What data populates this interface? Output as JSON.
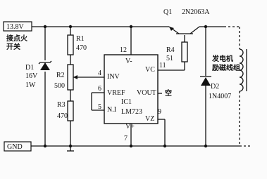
{
  "supply": {
    "voltage": "13.8V",
    "ground": "GND",
    "switch_label": "接点火\n开关"
  },
  "transistor": {
    "ref": "Q1",
    "part": "2N2063A"
  },
  "zener": {
    "ref": "D1",
    "voltage": "16V",
    "power": "1W"
  },
  "diode": {
    "ref": "D2",
    "part": "1N4007"
  },
  "resistors": {
    "r1": {
      "ref": "R1",
      "value": "470"
    },
    "r2": {
      "ref": "R2",
      "value": "500"
    },
    "r3": {
      "ref": "R3",
      "value": "470"
    },
    "r4": {
      "ref": "R4",
      "value": "51"
    }
  },
  "ic": {
    "ref": "IC1",
    "part": "LM723",
    "pins": {
      "v_plus": "V+",
      "v_minus": "V-",
      "vc": "VC",
      "inv": "INV",
      "vref": "VREF",
      "vout": "VOUT",
      "ni": "N.I",
      "vz": "VZ",
      "n12": "12",
      "n11": "11",
      "n4": "4",
      "n6": "6",
      "n5": "5",
      "n9": "9",
      "n7": "7"
    },
    "vout_note": "空"
  },
  "load": {
    "label": "发电机\n励磁线组"
  }
}
